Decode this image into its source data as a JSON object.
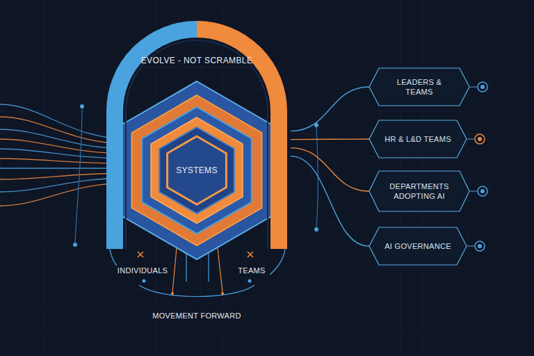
{
  "diagram": {
    "nodes": [
      {
        "text": [
          "EVOLVE - NOT SCRAMBLE"
        ]
      },
      {
        "text": [
          "SYSTEMS"
        ],
        "in": 0
      },
      {
        "text": [
          "LEADERS & TEAMS"
        ]
      },
      {
        "text": [
          "HR & L&D TEAMS"
        ]
      },
      {
        "text": [
          "DEPARTMENTS ADOPTING AI"
        ]
      },
      {
        "text": [
          "AI GOVERNANCE"
        ]
      }
    ],
    "edges": [
      {
        "from": 0,
        "to": 2,
        "arrow": "none"
      },
      {
        "from": 0,
        "to": 3,
        "arrow": "none"
      },
      {
        "from": 0,
        "to": 4,
        "arrow": "none"
      },
      {
        "from": 0,
        "to": 5,
        "arrow": "none"
      }
    ],
    "labels": [
      "INDIVIDUALS",
      "TEAMS",
      "MOVEMENT FORWARD"
    ]
  }
}
